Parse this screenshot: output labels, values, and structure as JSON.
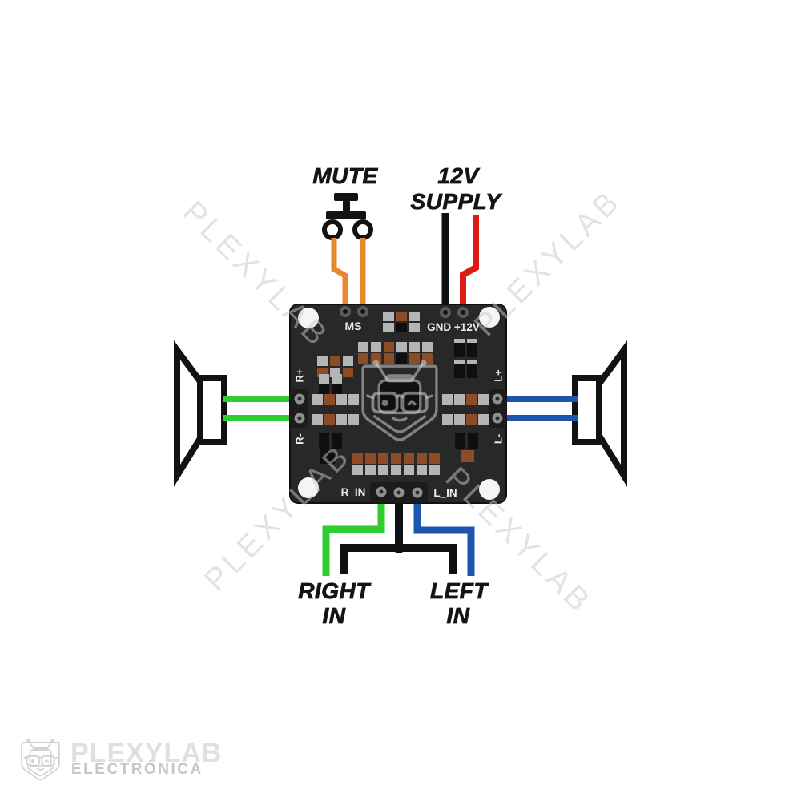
{
  "diagram_labels": {
    "mute": "MUTE",
    "supply_line1": "12V",
    "supply_line2": "SUPPLY",
    "right_in_line1": "RIGHT",
    "right_in_line2": "IN",
    "left_in_line1": "LEFT",
    "left_in_line2": "IN"
  },
  "board_silk": {
    "ms": "MS",
    "gnd_12v": "GND +12V",
    "r_plus": "R+",
    "r_minus": "R-",
    "l_plus": "L+",
    "l_minus": "L-",
    "r_in": "R_IN",
    "l_in": "L_IN"
  },
  "watermark": {
    "text": "PLEXYLAB"
  },
  "logo": {
    "brand": "PLEXYLAB",
    "subtitle": "ELECTRÓNICA"
  },
  "colors": {
    "board": "#282828",
    "mute_wire": "#E8872B",
    "supply_positive": "#DE1B12",
    "supply_ground": "#101010",
    "right_channel": "#2FCD2F",
    "left_channel": "#1C54B0",
    "pad_gray": "#b5b5b5",
    "pad_brown": "#8d4c26"
  }
}
